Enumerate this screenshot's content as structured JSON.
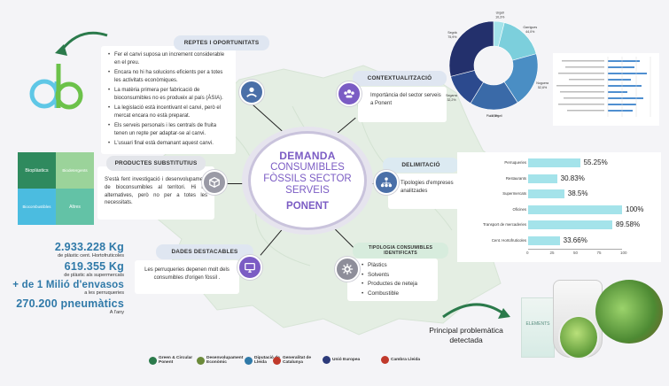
{
  "center": {
    "title": "DEMANDA",
    "line1": "CONSUMIBLES",
    "line2": "FÒSSILS SECTOR",
    "line3": "SERVEIS",
    "place": "PONENT"
  },
  "reptes": {
    "title": "REPTES I OPORTUNITATS",
    "items": [
      "Fer el canvi suposa un increment considerable en el preu.",
      "Encara no hi ha solucions eficients per a totes les activitats econòmiques.",
      "La matèria primera per fabricació de bioconsumibles no es produeix al país (ÀSIA).",
      "La legislació està incentivant el canvi, però el mercat encara no està preparat.",
      "Els serveis personals i les centrals de fruita tenen un repte per adaptar-se al canvi.",
      "L'usuari final està demanant aquest canvi."
    ]
  },
  "contextualitzacio": {
    "title": "CONTEXTUALITZACIÓ",
    "text": "Importància del sector serveis a Ponent"
  },
  "substitutius": {
    "title": "PRODUCTES SUBSTITUTIUS",
    "text": "S'està fent investigació i desenvolupament de bioconsumibles al territori. Hi ha alternatives, però no per a totes les necessitats."
  },
  "delimitacio": {
    "title": "DELIMITACIÓ",
    "text": "Tipologies d'empreses analitzades"
  },
  "destacables": {
    "title": "DADES DESTACABLES",
    "text": "Les perruqueries depenen molt dels consumibles d'origen fòssil ."
  },
  "tipologia": {
    "title": "TIPOLOGIA CONSUMIBLES IDENTIFICATS",
    "items": [
      "Plàstics",
      "Solvents",
      "Productes de neteja",
      "Combustible"
    ]
  },
  "puzzle": [
    "Bioplàstics",
    "Biodetergents",
    "Biocombustibles",
    "Altres"
  ],
  "stats": [
    {
      "num": "2.933.228 Kg",
      "label": "de plàstic cent. Hortofruticoles"
    },
    {
      "num": "619.355 Kg",
      "label": "de plàstic als supermercats"
    },
    {
      "num": "+ de 1 Milió d'envasos",
      "label": "a les perruqueries"
    },
    {
      "num": "270.200 pneumàtics",
      "label": "A l'any"
    }
  ],
  "problematica": "Principal problemàtica detectada",
  "photo_label": "ELEMENTS",
  "logos": [
    "Green & Circular Ponent",
    "Desenvolupament Econòmic",
    "Diputació de Lleida",
    "Generalitat de Catalunya",
    "Unió Europea",
    "Cambra Lleida"
  ],
  "colors": {
    "purple": "#7b5cc4",
    "blue": "#2f79a8",
    "navy": "#2c3a7a",
    "cyan": "#a4e3ea"
  },
  "chart_data": [
    {
      "type": "pie",
      "categories": [
        "Urgell",
        "Garrigues",
        "Noguera",
        "Pla d'Urgell",
        "Segarra",
        "Segrià"
      ],
      "values": [
        10.3,
        44.0,
        52.6,
        46.9,
        32.2,
        75.9
      ],
      "labels": [
        "Urgell 10,3%",
        "Garrigues 44,0%",
        "Noguera 52,6%",
        "Pla d'Urgell 46,9%",
        "Segarra 32,2%",
        "Segrià 75,9%"
      ]
    },
    {
      "type": "bar",
      "orientation": "horizontal",
      "categories": [
        "Perruqueries",
        "Restaurants",
        "Supermercats",
        "Oficines",
        "Transport de mercaderies",
        "Cent. Hortofruticoles"
      ],
      "values": [
        55.25,
        30.83,
        38.5,
        100,
        89.58,
        33.66
      ],
      "value_labels": [
        "55.25%",
        "30.83%",
        "38.5%",
        "100%",
        "89.58%",
        "33.66%"
      ],
      "xticks": [
        "0",
        "25",
        "50",
        "75",
        "100"
      ],
      "xlim": [
        0,
        100
      ]
    }
  ]
}
